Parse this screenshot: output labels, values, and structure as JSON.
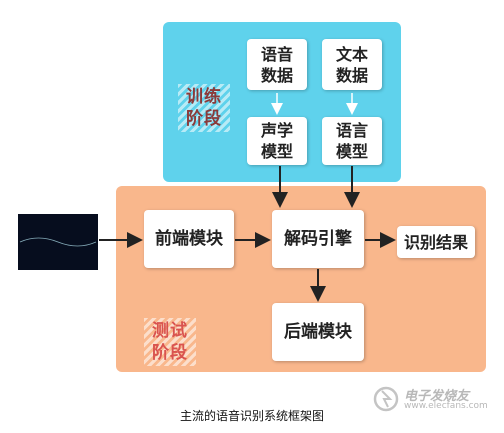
{
  "train_stage_label": [
    "训练",
    "阶段"
  ],
  "test_stage_label": [
    "测试",
    "阶段"
  ],
  "boxes": {
    "speech_data": [
      "语音",
      "数据"
    ],
    "text_data": [
      "文本",
      "数据"
    ],
    "acoustic_model": [
      "声学",
      "模型"
    ],
    "language_model": [
      "语言",
      "模型"
    ],
    "frontend": "前端模块",
    "decoder": "解码引擎",
    "backend": "后端模块",
    "result": "识别结果"
  },
  "caption": "主流的语音识别系统框架图",
  "watermark": {
    "text": "电子发烧友",
    "sub": "www.elecfans.com"
  },
  "colors": {
    "train_panel": "#5fd2ec",
    "test_panel": "#f9b78c",
    "arrow": "#222222",
    "light_arrow": "#ffffff"
  }
}
